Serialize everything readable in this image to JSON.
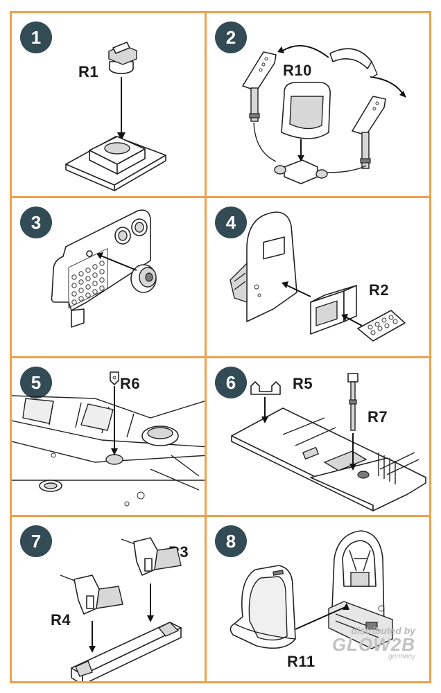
{
  "steps": [
    {
      "number": "1",
      "labels": [
        "R1"
      ]
    },
    {
      "number": "2",
      "labels": [
        "R10"
      ]
    },
    {
      "number": "3",
      "labels": []
    },
    {
      "number": "4",
      "labels": [
        "R2"
      ]
    },
    {
      "number": "5",
      "labels": [
        "R6"
      ]
    },
    {
      "number": "6",
      "labels": [
        "R5",
        "R7"
      ]
    },
    {
      "number": "7",
      "labels": [
        "R3",
        "R4"
      ]
    },
    {
      "number": "8",
      "labels": [
        "R11"
      ]
    }
  ],
  "watermark": {
    "line1": "distributed by",
    "line2": "GLOW2B",
    "line3": "germany"
  },
  "colors": {
    "border": "#f0a04b",
    "badge": "#324b55",
    "arrow": "#111111"
  }
}
